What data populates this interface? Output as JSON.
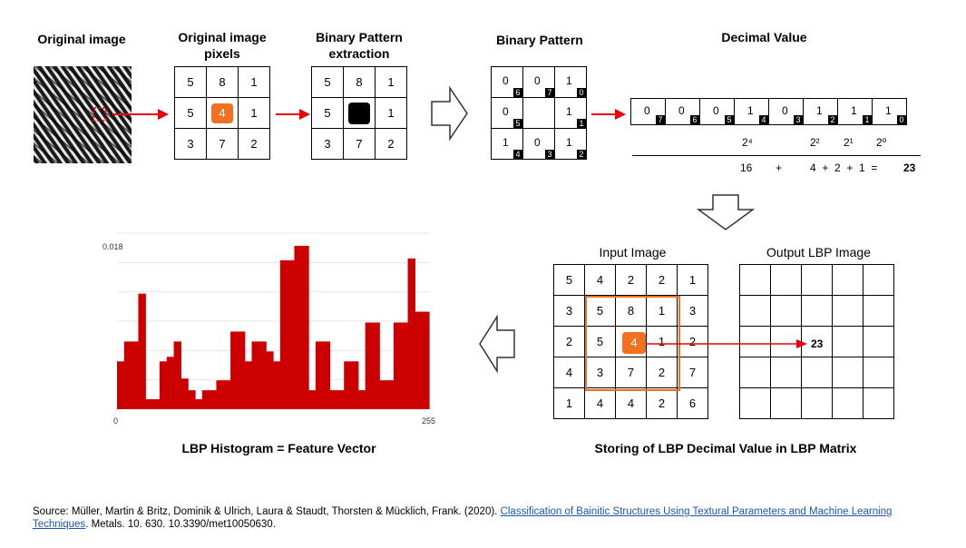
{
  "top": {
    "original_image_title": "Original image",
    "pixels_title": "Original image pixels",
    "extraction_title": "Binary Pattern extraction",
    "binary_pattern_title": "Binary Pattern",
    "decimal_value_title": "Decimal Value"
  },
  "pixels_grid": [
    [
      "5",
      "8",
      "1"
    ],
    [
      "5",
      "4",
      "1"
    ],
    [
      "3",
      "7",
      "2"
    ]
  ],
  "extraction_grid": [
    [
      "5",
      "8",
      "1"
    ],
    [
      "5",
      "",
      "1"
    ],
    [
      "3",
      "7",
      "2"
    ]
  ],
  "binary_pattern": [
    [
      {
        "bit": "0",
        "idx": "6"
      },
      {
        "bit": "0",
        "idx": "7"
      },
      {
        "bit": "1",
        "idx": "0"
      }
    ],
    [
      {
        "bit": "0",
        "idx": "5"
      },
      {
        "bit": "",
        "idx": ""
      },
      {
        "bit": "1",
        "idx": "1"
      }
    ],
    [
      {
        "bit": "1",
        "idx": "4"
      },
      {
        "bit": "0",
        "idx": "3"
      },
      {
        "bit": "1",
        "idx": "2"
      }
    ]
  ],
  "decimal_row": [
    {
      "bit": "0",
      "idx": "7"
    },
    {
      "bit": "0",
      "idx": "6"
    },
    {
      "bit": "0",
      "idx": "5"
    },
    {
      "bit": "1",
      "idx": "4"
    },
    {
      "bit": "0",
      "idx": "3"
    },
    {
      "bit": "1",
      "idx": "2"
    },
    {
      "bit": "1",
      "idx": "1"
    },
    {
      "bit": "1",
      "idx": "0"
    }
  ],
  "powers": {
    "p4": "2⁴",
    "p2": "2²",
    "p1": "2¹",
    "p0": "2⁰"
  },
  "sum_text": {
    "t16": "16",
    "plus1": "+",
    "rest": "4  +  2  +  1  =",
    "result": "23"
  },
  "input_image_title": "Input Image",
  "output_image_title": "Output LBP Image",
  "input_grid": [
    [
      "5",
      "4",
      "2",
      "2",
      "1"
    ],
    [
      "3",
      "5",
      "8",
      "1",
      "3"
    ],
    [
      "2",
      "5",
      "4",
      "1",
      "2"
    ],
    [
      "4",
      "3",
      "7",
      "2",
      "7"
    ],
    [
      "1",
      "4",
      "4",
      "2",
      "6"
    ]
  ],
  "output_value": "23",
  "storing_caption": "Storing of LBP Decimal Value in LBP Matrix",
  "histogram_caption": "LBP Histogram = Feature Vector",
  "colors": {
    "accent_orange": "#f37021",
    "arrow_red": "#e8000b",
    "bar_red": "#cc0000"
  },
  "chart_data": {
    "type": "bar",
    "title": "",
    "xlabel": "",
    "ylabel": "",
    "y_tick_labels": [
      "0.018"
    ],
    "x_tick_labels": [
      "0",
      "255"
    ],
    "ylim": [
      0,
      0.0195
    ],
    "values": [
      0.0053,
      0.0075,
      0.0075,
      0.0128,
      0.0011,
      0.0011,
      0.0053,
      0.0058,
      0.0075,
      0.0034,
      0.0021,
      0.0011,
      0.0021,
      0.0021,
      0.0032,
      0.0032,
      0.0086,
      0.0086,
      0.0053,
      0.0075,
      0.0075,
      0.0064,
      0.0053,
      0.0165,
      0.0165,
      0.0181,
      0.0181,
      0.0021,
      0.0075,
      0.0075,
      0.0021,
      0.0021,
      0.0053,
      0.0053,
      0.0021,
      0.0096,
      0.0096,
      0.0032,
      0.0032,
      0.0096,
      0.0096,
      0.0167,
      0.0108,
      0.0108
    ]
  },
  "source": {
    "prefix": "Source: Müller, Martin & Britz, Dominik & Ulrich, Laura & Staudt, Thorsten & Mücklich, Frank. (2020). ",
    "link_text": "Classification of Bainitic Structures Using Textural Parameters and Machine Learning Techniques",
    "suffix": ". Metals. 10. 630. 10.3390/met10050630."
  }
}
